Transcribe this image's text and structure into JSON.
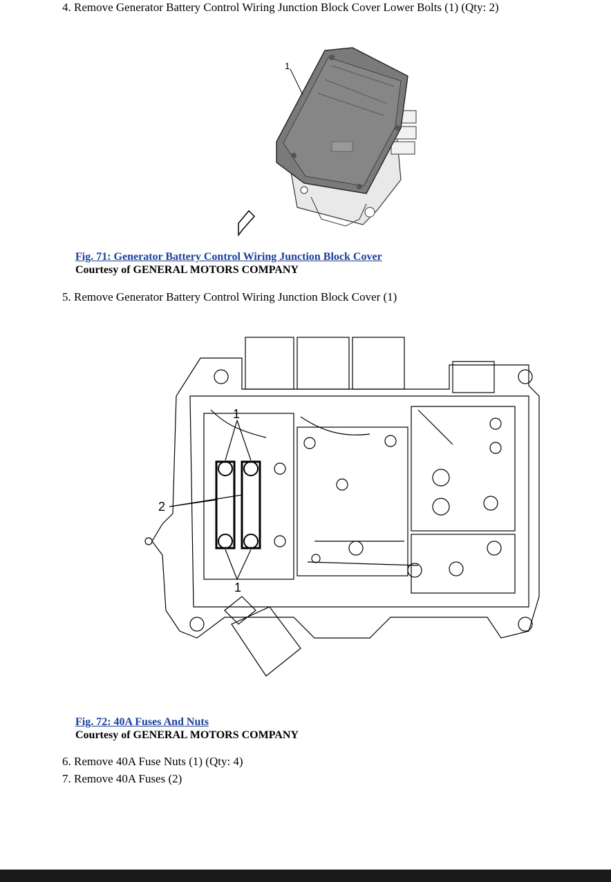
{
  "steps": {
    "s4": "4. Remove Generator Battery Control Wiring Junction Block Cover Lower Bolts (1) (Qty: 2)",
    "s5": "5. Remove Generator Battery Control Wiring Junction Block Cover (1)",
    "s6": "6. Remove 40A Fuse Nuts (1) (Qty: 4)",
    "s7": "7. Remove 40A Fuses (2)"
  },
  "fig71": {
    "title": "Fig. 71: Generator Battery Control Wiring Junction Block Cover",
    "courtesy": "Courtesy of GENERAL MOTORS COMPANY",
    "callout_1": "1"
  },
  "fig72": {
    "title": "Fig. 72: 40A Fuses And Nuts",
    "courtesy": "Courtesy of GENERAL MOTORS COMPANY",
    "callout_1_top": "1",
    "callout_1_bottom": "1",
    "callout_2": "2"
  },
  "colors": {
    "link": "#1a3e9a",
    "cover": "#7a7a7a",
    "bottom_bar": "#1a1a1a"
  }
}
